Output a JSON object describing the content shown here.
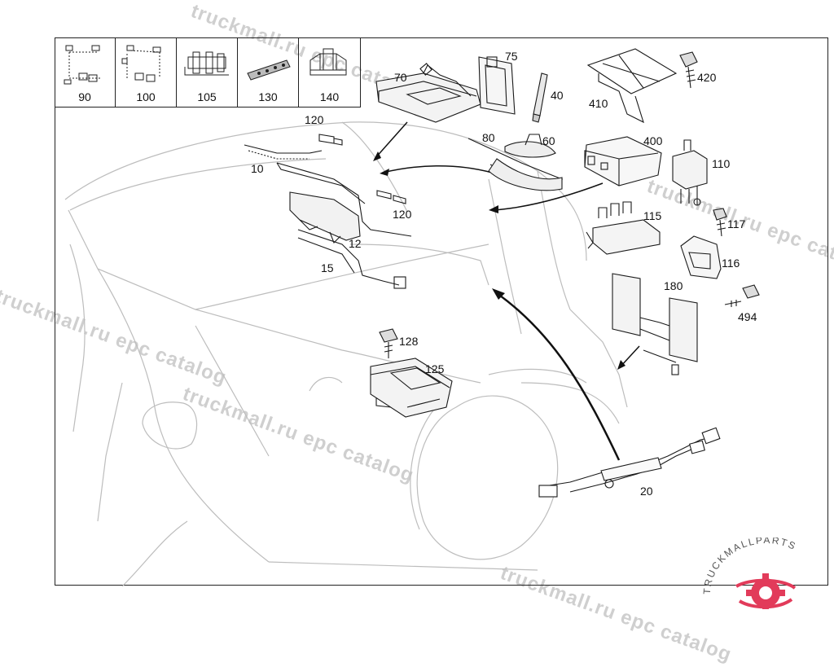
{
  "thumbnails": [
    {
      "id": "90",
      "icon": "clip-set-icon"
    },
    {
      "id": "100",
      "icon": "clip-set-icon"
    },
    {
      "id": "105",
      "icon": "bracket-icon"
    },
    {
      "id": "130",
      "icon": "strip-icon"
    },
    {
      "id": "140",
      "icon": "holder-icon"
    }
  ],
  "part_labels": {
    "p70": "70",
    "p75": "75",
    "p40": "40",
    "p410": "410",
    "p420": "420",
    "p80": "80",
    "p60": "60",
    "p400": "400",
    "p110": "110",
    "p115": "115",
    "p117": "117",
    "p116": "116",
    "p180": "180",
    "p494": "494",
    "p120a": "120",
    "p120b": "120",
    "p10": "10",
    "p12": "12",
    "p15": "15",
    "p128": "128",
    "p125": "125",
    "p20": "20"
  },
  "watermarks": {
    "w1": "truckmall.ru epc catalog",
    "w2": "truckmall.ru epc catalog",
    "w3": "truckmall.ru epc catalog",
    "w4": "truckmall.ru epc catalog",
    "w5": "truckmall.ru epc catalog"
  },
  "logo_text": "TRUCKMALLPARTS",
  "colors": {
    "line": "#1a1a1a",
    "outline": "#bdbdbd",
    "watermark": "#c7c7c7",
    "logo": "#e23b5a"
  }
}
